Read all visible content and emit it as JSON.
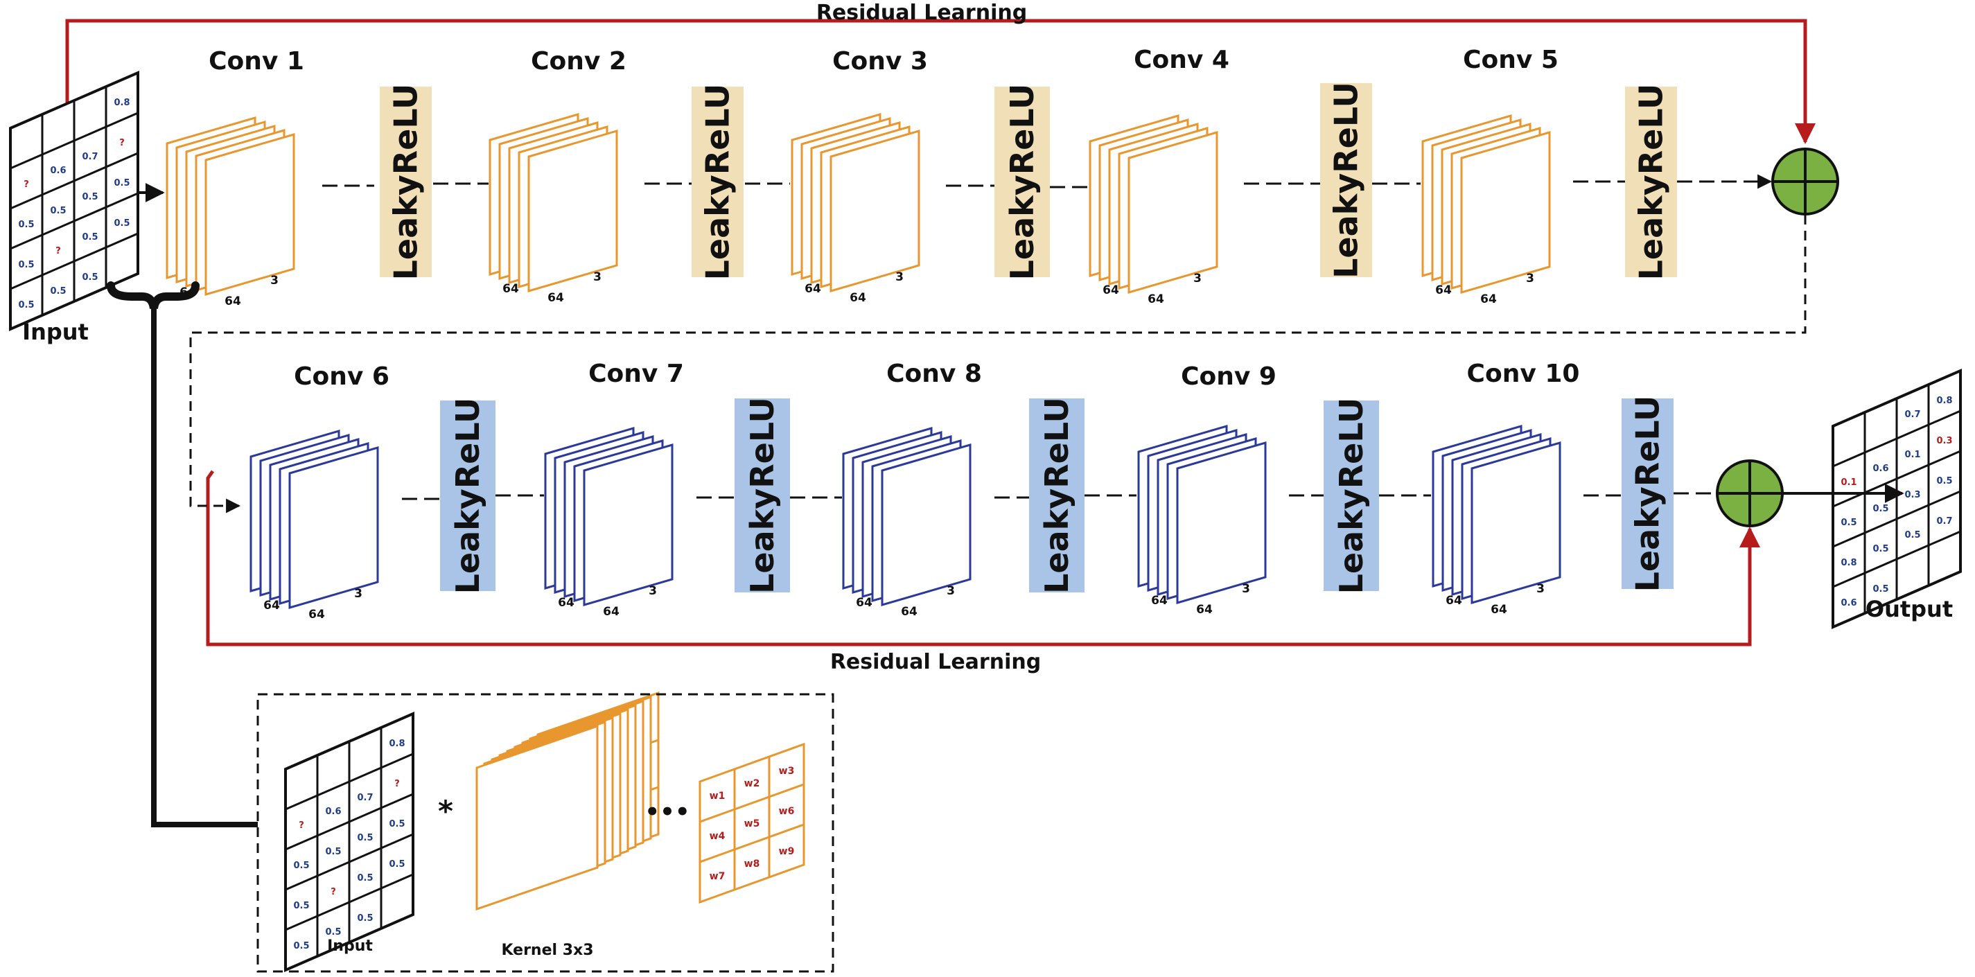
{
  "colors": {
    "stage1_layer": "#e8972f",
    "stage2_layer": "#2b3a9a",
    "relu_stage1": "#f1dfb7",
    "relu_stage2": "#a9c4e6",
    "residual": "#b71c1c",
    "adder": "#7bb042",
    "grid_value": "#1f3c88",
    "grid_missing": "#b71c1c",
    "kernel_grid": "#e8972f"
  },
  "residual_top_label": "Residual Learning",
  "residual_bottom_label": "Residual Learning",
  "input_label": "Input",
  "output_label": "Output",
  "activation_label": "LeakyReLU",
  "dims": [
    "64",
    "64",
    "3"
  ],
  "conv_labels": [
    "Conv 1",
    "Conv 2",
    "Conv 3",
    "Conv 4",
    "Conv 5",
    "Conv 6",
    "Conv 7",
    "Conv 8",
    "Conv 9",
    "Conv 10"
  ],
  "input_grid": [
    [
      "",
      "",
      "",
      "0.8"
    ],
    [
      "?",
      "0.6",
      "0.7",
      "?"
    ],
    [
      "0.5",
      "0.5",
      "0.5",
      "0.5"
    ],
    [
      "0.5",
      "?",
      "0.5",
      "0.5"
    ],
    [
      "0.5",
      "0.5",
      "0.5",
      ""
    ]
  ],
  "output_grid": [
    [
      "",
      "",
      "0.7",
      "0.8"
    ],
    [
      "0.1",
      "0.6",
      "0.1",
      "0.3"
    ],
    [
      "0.5",
      "0.5",
      "0.3",
      "0.5"
    ],
    [
      "0.8",
      "0.5",
      "0.5",
      "0.7"
    ],
    [
      "0.6",
      "0.5",
      "",
      ""
    ]
  ],
  "inset": {
    "input_label": "Input",
    "kernel_label": "Kernel 3x3",
    "operator": "*",
    "ellipsis": "•••",
    "kernel_weights": [
      [
        "w1",
        "w2",
        "w3"
      ],
      [
        "w4",
        "w5",
        "w6"
      ],
      [
        "w7",
        "w8",
        "w9"
      ]
    ]
  }
}
